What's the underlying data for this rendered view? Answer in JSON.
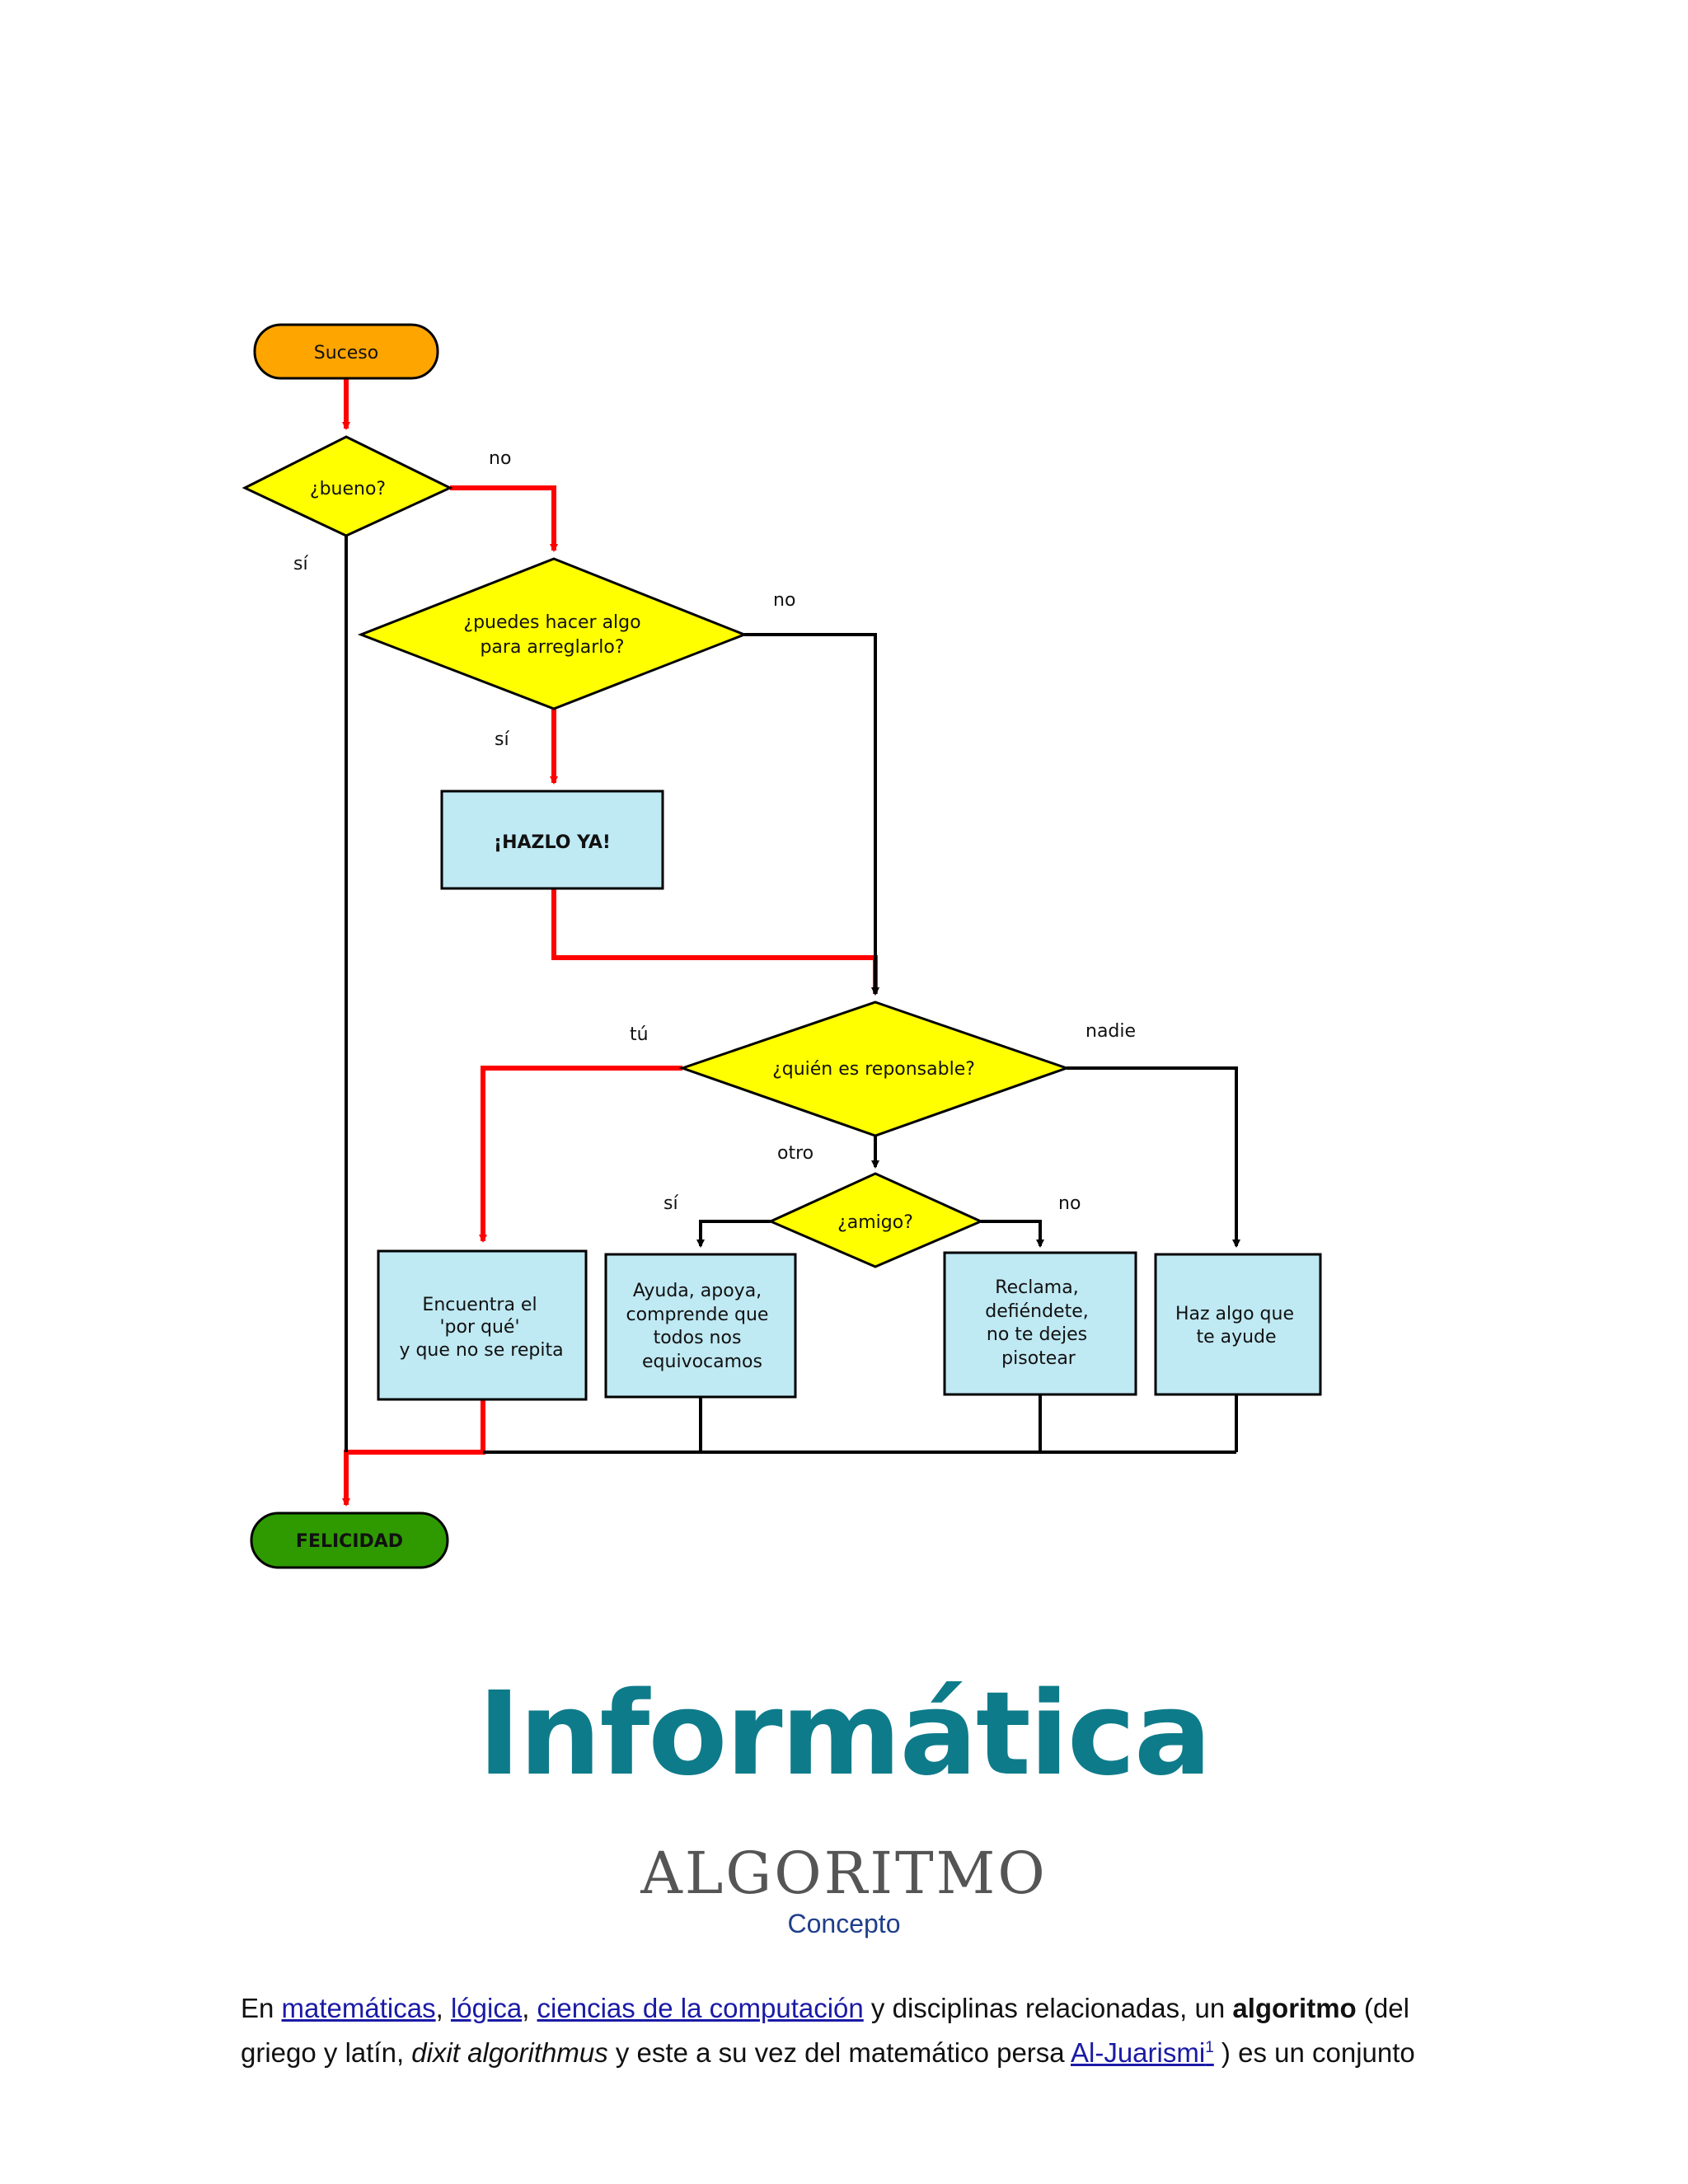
{
  "flowchart": {
    "nodes": {
      "suceso": "Suceso",
      "bueno": "¿bueno?",
      "puedes": [
        "¿puedes hacer algo",
        "para arreglarlo?"
      ],
      "hazlo": "¡HAZLO YA!",
      "quien": "¿quién es reponsable?",
      "amigo": "¿amigo?",
      "encuentra": [
        "Encuentra el",
        "'por qué'",
        "y que no se repita"
      ],
      "ayuda": [
        "Ayuda, apoya,",
        "comprende que",
        "todos nos",
        "equivocamos"
      ],
      "reclama": [
        "Reclama,",
        "defiéndete,",
        "no te dejes",
        "pisotear"
      ],
      "haz_algo": [
        "Haz algo que",
        "te ayude"
      ],
      "felicidad": "FELICIDAD"
    },
    "labels": {
      "bueno_no": "no",
      "bueno_si": "sí",
      "puedes_no": "no",
      "puedes_si": "sí",
      "quien_tu": "tú",
      "quien_nadie": "nadie",
      "quien_otro": "otro",
      "amigo_si": "sí",
      "amigo_no": "no"
    },
    "colors": {
      "start": "#ffa500",
      "decision": "#ffff00",
      "process": "#bfe9f3",
      "end": "#2e9a00",
      "arrow_primary": "#ff0000",
      "arrow_secondary": "#000000"
    }
  },
  "document": {
    "title": "Informática",
    "subtitle": "ALGORITMO",
    "section_label": "Concepto",
    "paragraph": {
      "t1": "En ",
      "link1": "matemáticas",
      "t2": ", ",
      "link2": "lógica",
      "t3": ", ",
      "link3": "ciencias de la computación",
      "t4": " y disciplinas relacionadas, un ",
      "bold1": "algoritmo",
      "t5": " (del griego y latín, ",
      "italic1": "dixit algorithmus",
      "t6": " y este a su vez del matemático persa ",
      "link4": "Al-Juarismi",
      "sup1": "1",
      "t7": " ) es un conjunto"
    }
  }
}
